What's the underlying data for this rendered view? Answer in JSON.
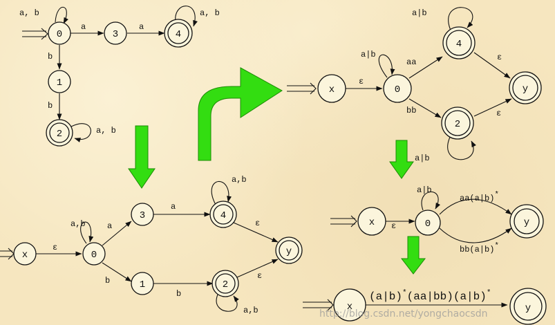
{
  "stages": {
    "nfa": {
      "states": [
        "0",
        "3",
        "4",
        "1",
        "2"
      ],
      "edges": [
        "a",
        "a",
        "b",
        "b"
      ],
      "loops": [
        "a, b",
        "a, b",
        "a, b"
      ]
    },
    "step1": {
      "states": [
        "x",
        "0",
        "3",
        "4",
        "1",
        "2",
        "y"
      ],
      "edges": [
        "ε",
        "a",
        "a",
        "b",
        "b",
        "ε",
        "ε"
      ],
      "loops": [
        "a,b",
        "a,b",
        "a,b"
      ]
    },
    "step2": {
      "states": [
        "x",
        "0",
        "4",
        "2",
        "y"
      ],
      "edges": [
        "ε",
        "aa",
        "bb",
        "ε",
        "ε"
      ],
      "loops": [
        "a|b",
        "a|b",
        "a|b"
      ]
    },
    "step3": {
      "states": [
        "x",
        "0",
        "y"
      ],
      "edges": [
        "ε"
      ],
      "loop": "a|b",
      "upper_base": "aa(a|b)",
      "lower_base": "bb(a|b)",
      "star": "*"
    },
    "final": {
      "states": [
        "x",
        "y"
      ],
      "p1": "(a|b)",
      "p2": "(aa|bb)(a|b)",
      "star": "*"
    }
  },
  "watermark": "http://blog.csdn.net/yongchaocsdn",
  "colors": {
    "arrow_fill": "#33dd11",
    "arrow_stroke": "#1c8a05",
    "background": "#f6e6bf"
  }
}
